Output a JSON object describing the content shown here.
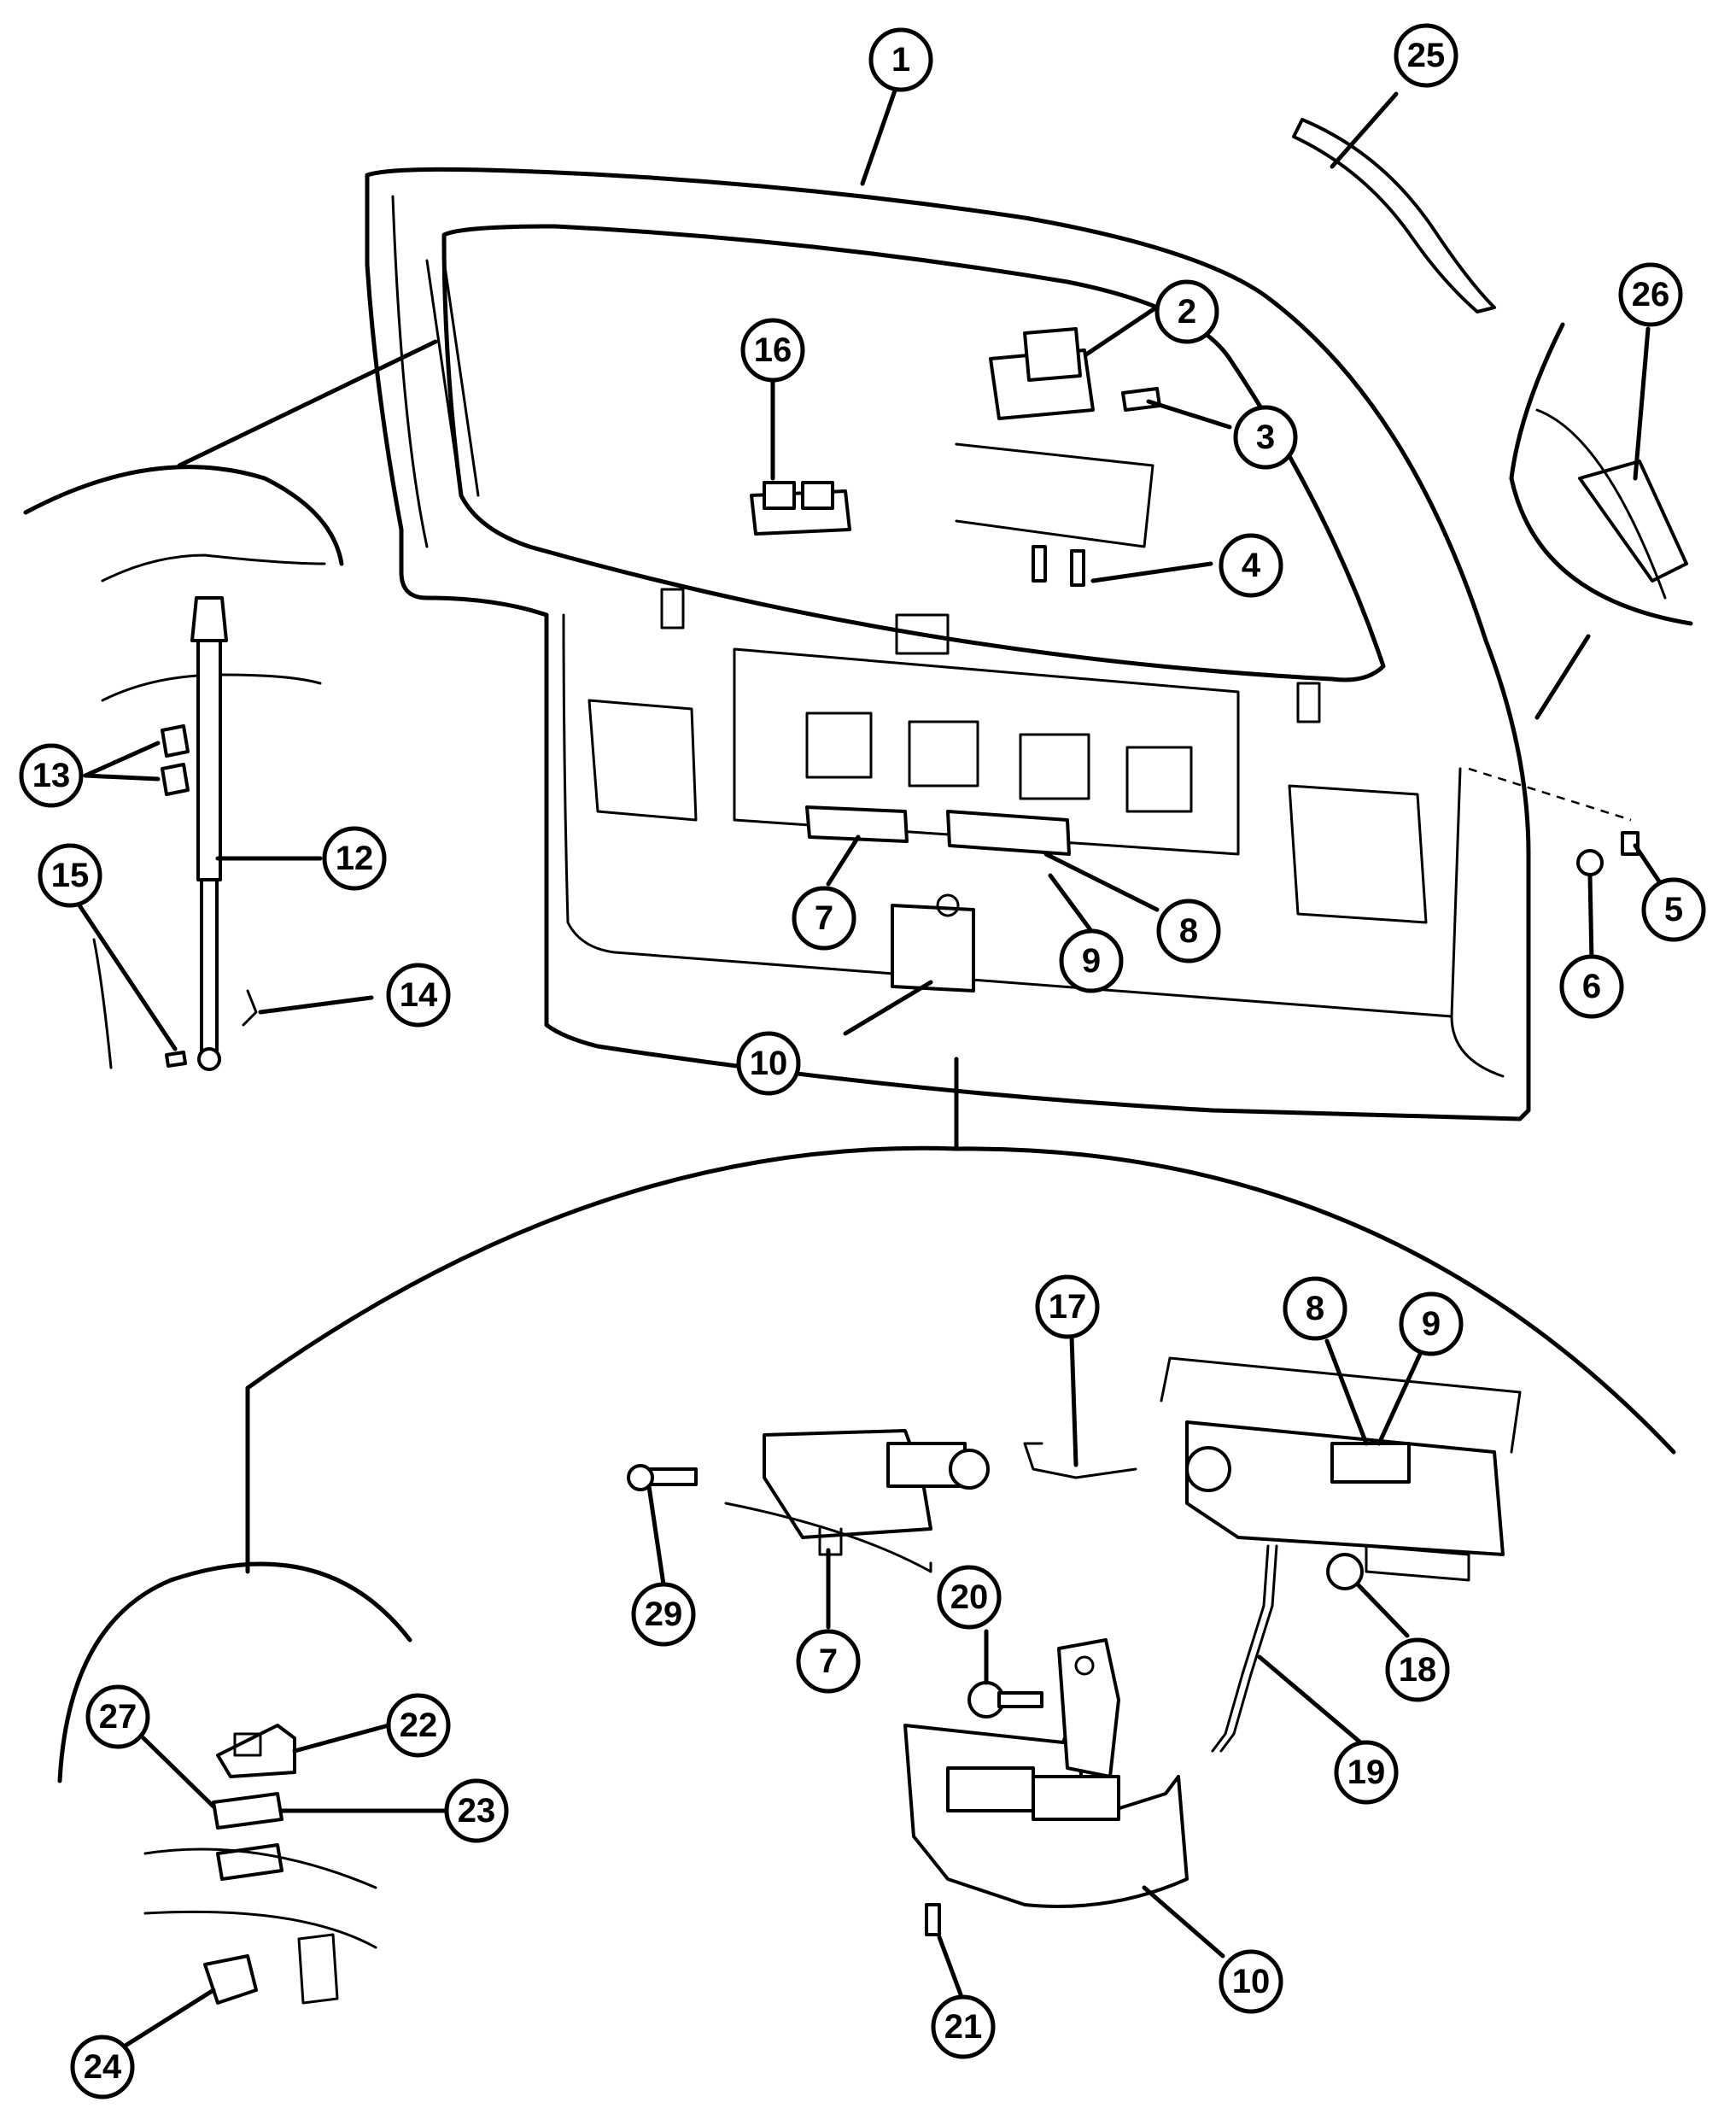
{
  "callouts": [
    {
      "id": "c1",
      "label": "1"
    },
    {
      "id": "c2",
      "label": "2"
    },
    {
      "id": "c3",
      "label": "3"
    },
    {
      "id": "c4",
      "label": "4"
    },
    {
      "id": "c5",
      "label": "5"
    },
    {
      "id": "c6",
      "label": "6"
    },
    {
      "id": "c7a",
      "label": "7"
    },
    {
      "id": "c7b",
      "label": "7"
    },
    {
      "id": "c8a",
      "label": "8"
    },
    {
      "id": "c8b",
      "label": "8"
    },
    {
      "id": "c9a",
      "label": "9"
    },
    {
      "id": "c9b",
      "label": "9"
    },
    {
      "id": "c10a",
      "label": "10"
    },
    {
      "id": "c10b",
      "label": "10"
    },
    {
      "id": "c12",
      "label": "12"
    },
    {
      "id": "c13",
      "label": "13"
    },
    {
      "id": "c14",
      "label": "14"
    },
    {
      "id": "c15",
      "label": "15"
    },
    {
      "id": "c16",
      "label": "16"
    },
    {
      "id": "c17",
      "label": "17"
    },
    {
      "id": "c18",
      "label": "18"
    },
    {
      "id": "c19",
      "label": "19"
    },
    {
      "id": "c20",
      "label": "20"
    },
    {
      "id": "c21",
      "label": "21"
    },
    {
      "id": "c22",
      "label": "22"
    },
    {
      "id": "c23",
      "label": "23"
    },
    {
      "id": "c24",
      "label": "24"
    },
    {
      "id": "c25",
      "label": "25"
    },
    {
      "id": "c26",
      "label": "26"
    },
    {
      "id": "c27",
      "label": "27"
    },
    {
      "id": "c29",
      "label": "29"
    }
  ]
}
